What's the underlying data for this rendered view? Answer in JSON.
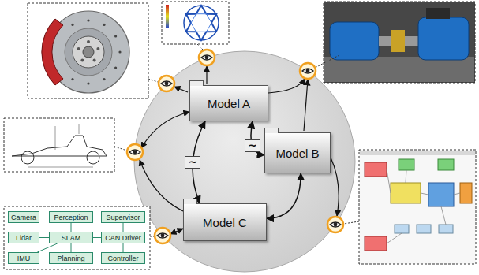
{
  "diagram": {
    "nodes": [
      {
        "text": [
          "Model A"
        ]
      },
      {
        "text": [
          "Model B"
        ]
      },
      {
        "text": [
          "Model C"
        ]
      },
      {
        "text": [
          "Camera"
        ]
      },
      {
        "text": [
          "Perception"
        ]
      },
      {
        "text": [
          "Supervisor"
        ]
      },
      {
        "text": [
          "Lidar"
        ]
      },
      {
        "text": [
          "SLAM"
        ]
      },
      {
        "text": [
          "CAN Driver"
        ]
      },
      {
        "text": [
          "IMU"
        ]
      },
      {
        "text": [
          "Planning"
        ]
      },
      {
        "text": [
          "Controller"
        ]
      }
    ],
    "edges": [
      {
        "from": 0,
        "to": 2,
        "label": "~",
        "arrow": "both"
      },
      {
        "from": 0,
        "to": 1,
        "label": "~",
        "arrow": "both"
      },
      {
        "from": 2,
        "to": 1,
        "arrow": "both"
      },
      {
        "from": 3,
        "to": 4,
        "arrow": "none"
      },
      {
        "from": 6,
        "to": 7,
        "arrow": "none"
      },
      {
        "from": 9,
        "to": 7,
        "arrow": "none"
      },
      {
        "from": 4,
        "to": 7,
        "arrow": "none"
      },
      {
        "from": 7,
        "to": 8,
        "arrow": "none"
      },
      {
        "from": 5,
        "to": 8,
        "arrow": "none"
      },
      {
        "from": 7,
        "to": 10,
        "arrow": "none"
      },
      {
        "from": 10,
        "to": 11,
        "arrow": "none"
      },
      {
        "from": 11,
        "to": 8,
        "arrow": "none"
      }
    ]
  }
}
